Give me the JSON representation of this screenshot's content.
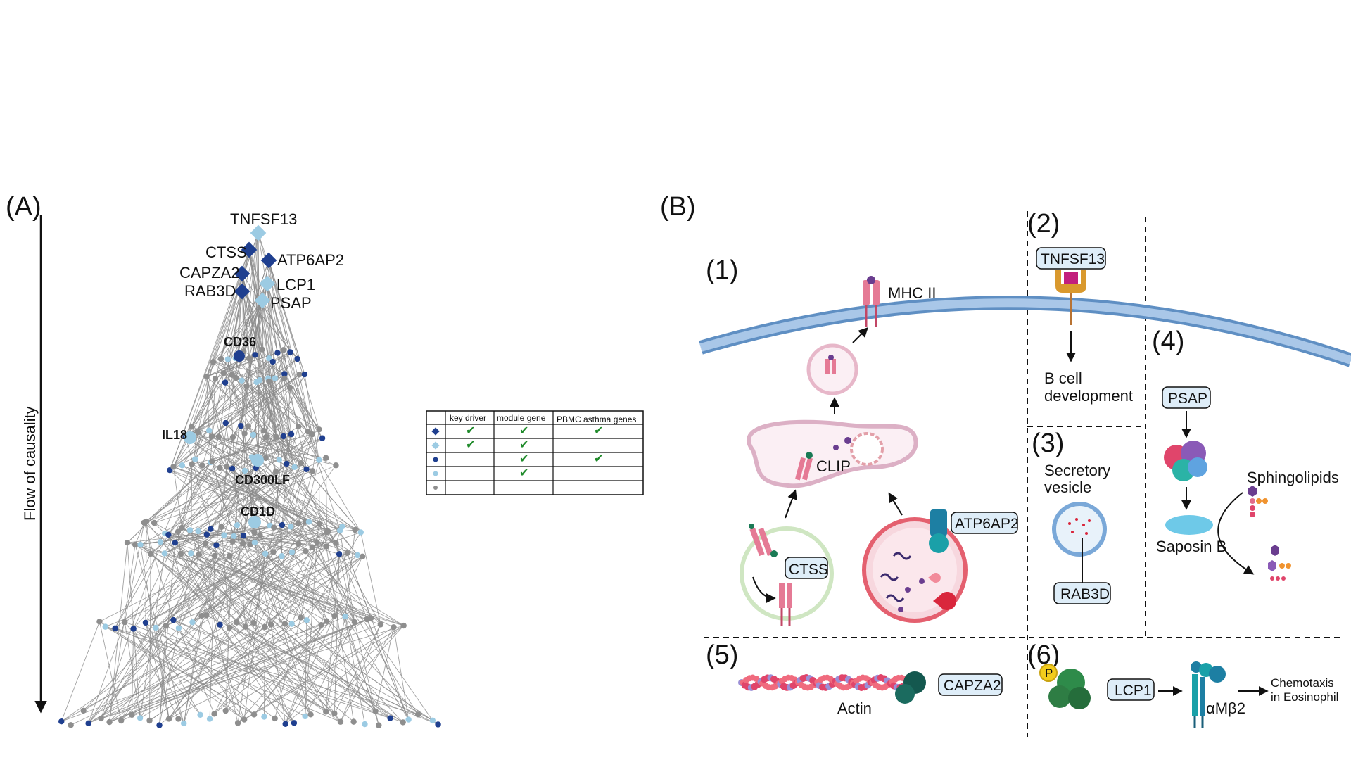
{
  "panel_a": {
    "label": "(A)",
    "axis_label": "Flow of causality",
    "key_genes": [
      "TNFSF13",
      "CTSS",
      "ATP6AP2",
      "CAPZA2",
      "LCP1",
      "RAB3D",
      "PSAP"
    ],
    "other_genes": [
      "CD36",
      "IL18",
      "CD300LF",
      "CD1D"
    ],
    "legend": {
      "headers": [
        "key driver",
        "module gene",
        "PBMC asthma genes"
      ],
      "check": "✔",
      "rows": [
        {
          "marker": "diamond-dark",
          "flags": [
            true,
            true,
            true
          ]
        },
        {
          "marker": "diamond-light",
          "flags": [
            true,
            true,
            false
          ]
        },
        {
          "marker": "dot-dark",
          "flags": [
            false,
            true,
            true
          ]
        },
        {
          "marker": "dot-light",
          "flags": [
            false,
            true,
            false
          ]
        },
        {
          "marker": "dot-grey",
          "flags": [
            false,
            false,
            false
          ]
        }
      ]
    }
  },
  "panel_b": {
    "label": "(B)",
    "sections": [
      "(1)",
      "(2)",
      "(3)",
      "(4)",
      "(5)",
      "(6)"
    ],
    "mhc": "MHC II",
    "clip": "CLIP",
    "ctss": "CTSS",
    "atp6ap2": "ATP6AP2",
    "tnfsf13": "TNFSF13",
    "b_cell_1": "B cell",
    "b_cell_2": "development",
    "secretory_1": "Secretory",
    "secretory_2": "vesicle",
    "rab3d": "RAB3D",
    "psap": "PSAP",
    "sphingolipids": "Sphingolipids",
    "saposin": "Saposin B",
    "capza2": "CAPZA2",
    "actin": "Actin",
    "phospho": "P",
    "lcp1": "LCP1",
    "integrin": "αMβ2",
    "chemotaxis_1": "Chemotaxis",
    "chemotaxis_2": "in Eosinophil"
  },
  "colors": {
    "dark_blue": "#1f3f8f",
    "light_blue": "#9ccbe3",
    "grey_node": "#8e8e8e",
    "membrane": "#8fb2d9",
    "pink": "#e57a95",
    "box_fill": "#deedf8",
    "check_green": "#1f8a2a"
  }
}
